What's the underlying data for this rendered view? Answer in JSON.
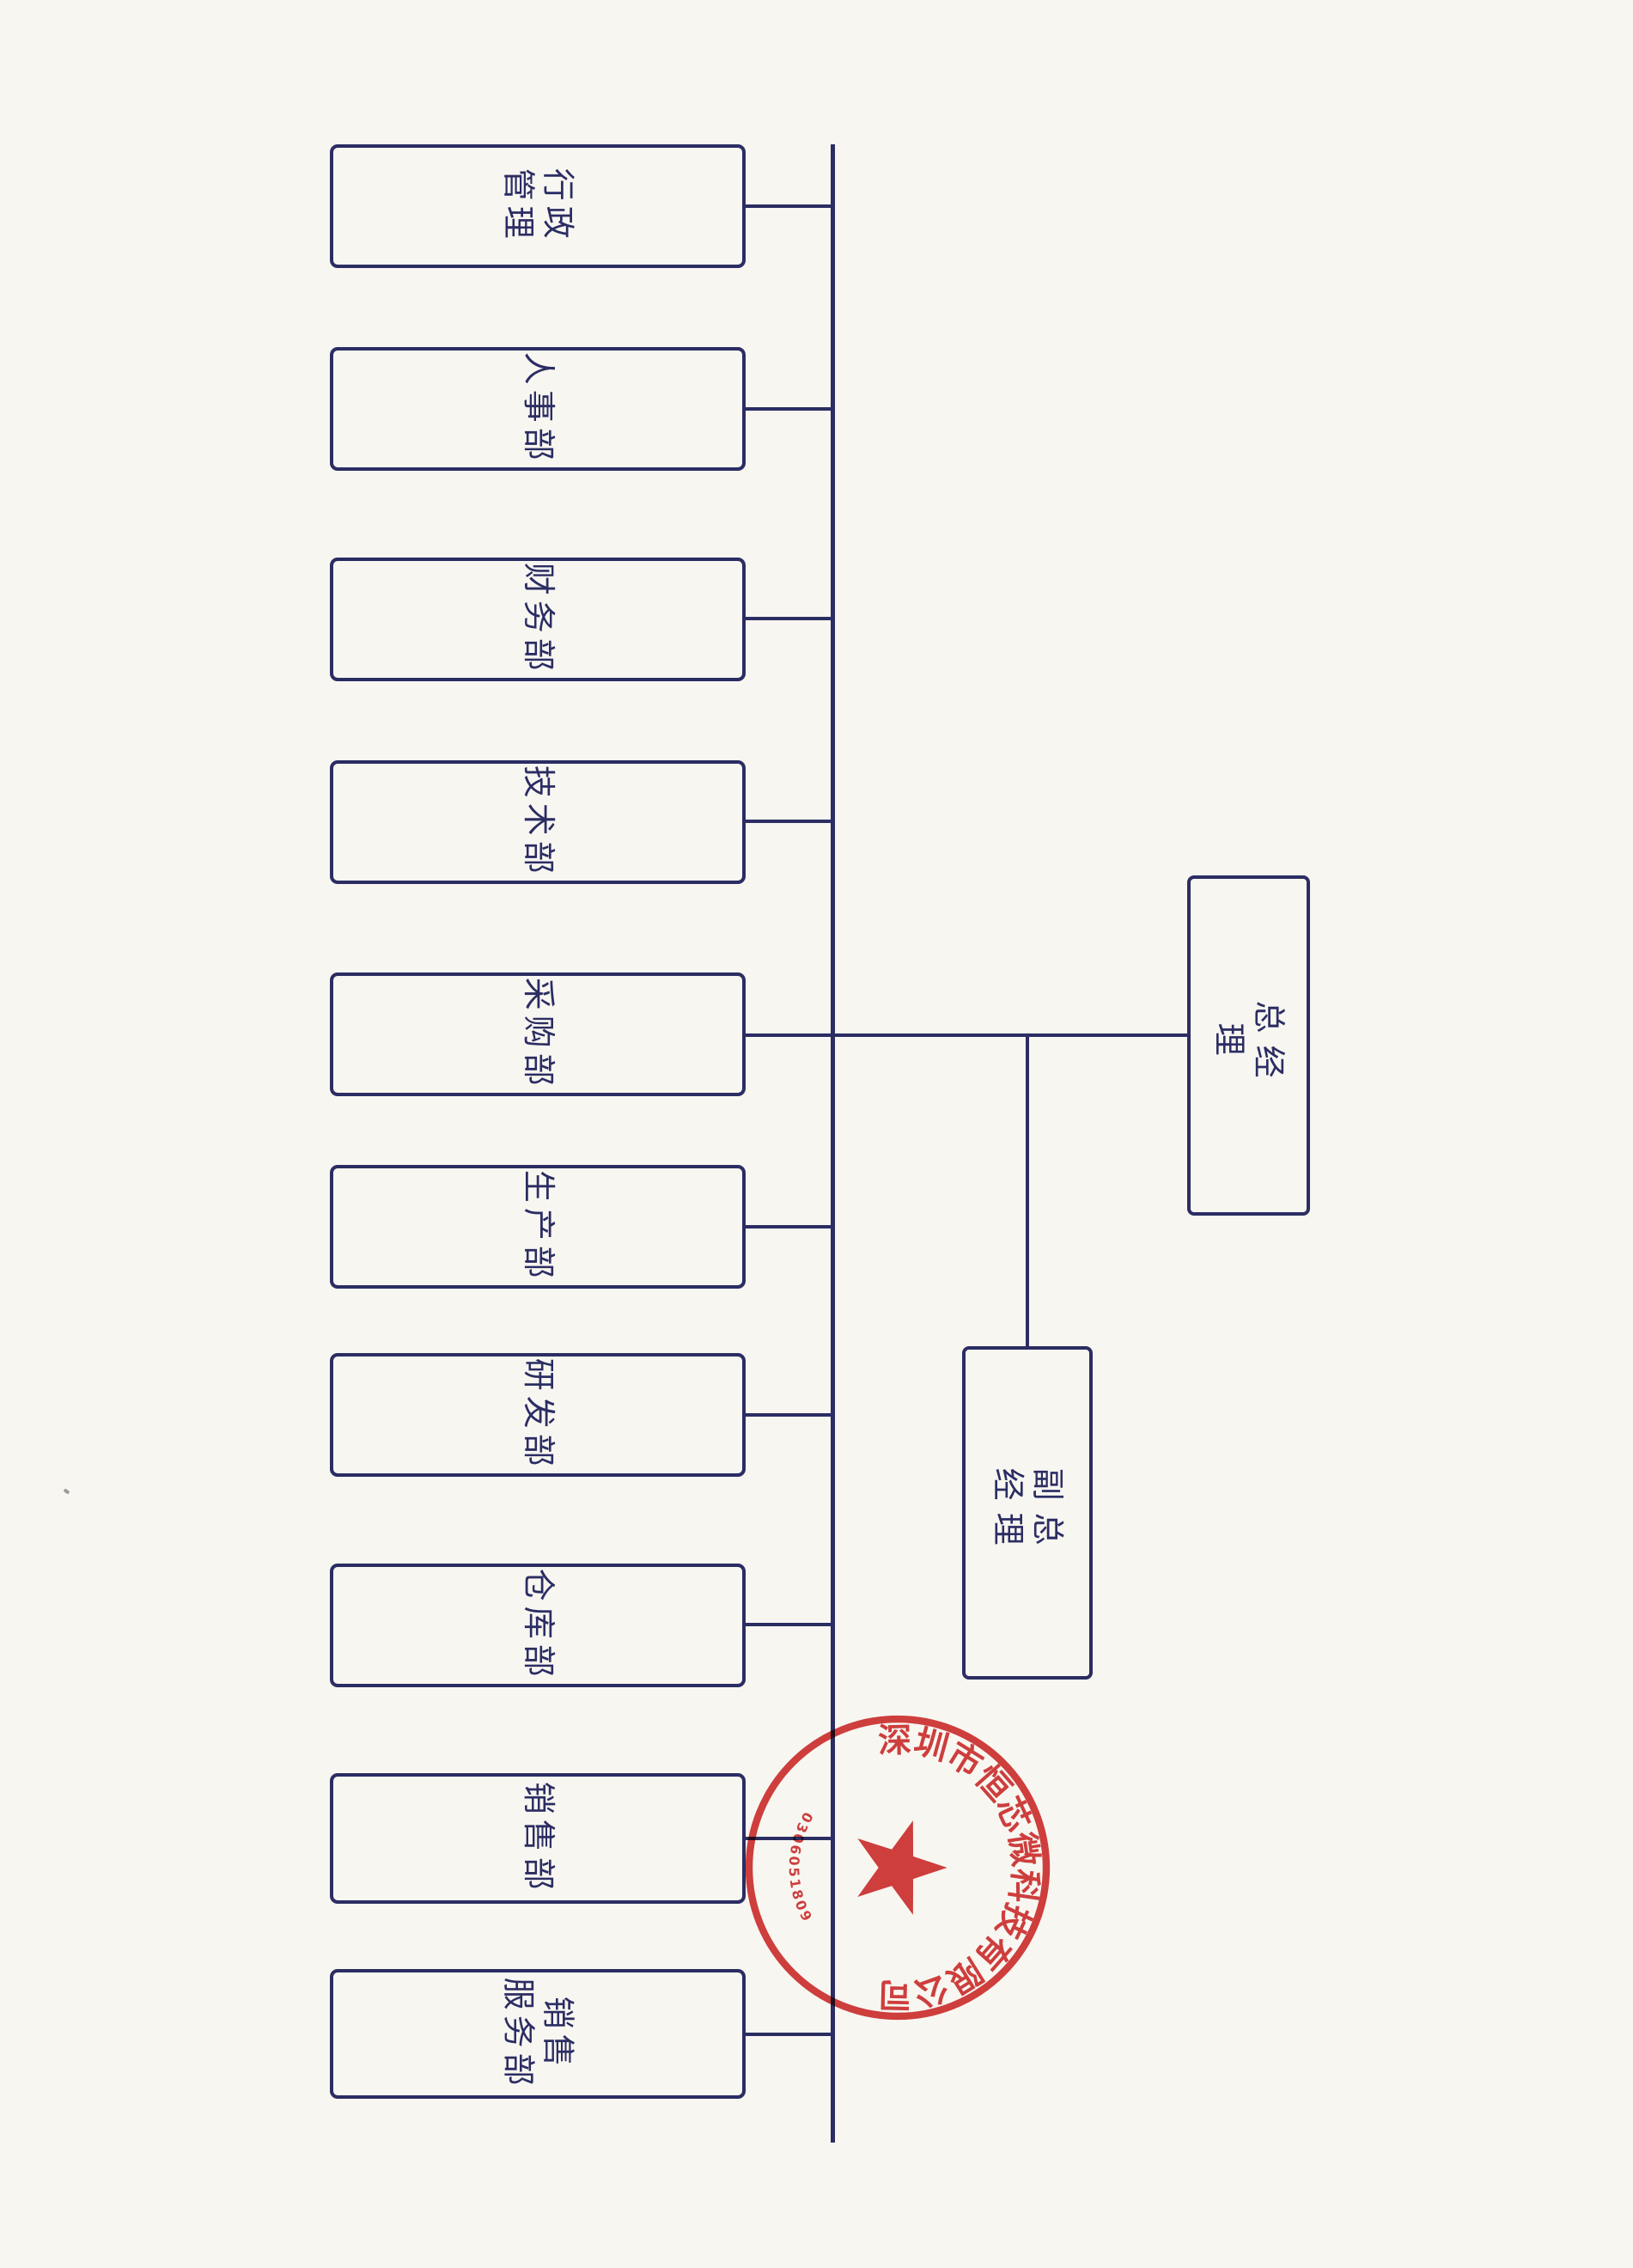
{
  "org_chart": {
    "departments": [
      {
        "label": "行政\n管理"
      },
      {
        "label": "人事部"
      },
      {
        "label": "财务部"
      },
      {
        "label": "技术部"
      },
      {
        "label": "采购部"
      },
      {
        "label": "生产部"
      },
      {
        "label": "研发部"
      },
      {
        "label": "仓库部"
      },
      {
        "label": "销售部"
      },
      {
        "label": "销售\n服务部"
      }
    ],
    "general_manager": {
      "label": "总经理"
    },
    "deputy_general_manager": {
      "label": "副总经理"
    }
  },
  "seal": {
    "company": "深圳市恒芯微科技有限公司",
    "number": "0306051809",
    "color": "#cf2b2b"
  },
  "colors": {
    "ink": "#2b2d63",
    "paper": "#f8f6f1"
  }
}
